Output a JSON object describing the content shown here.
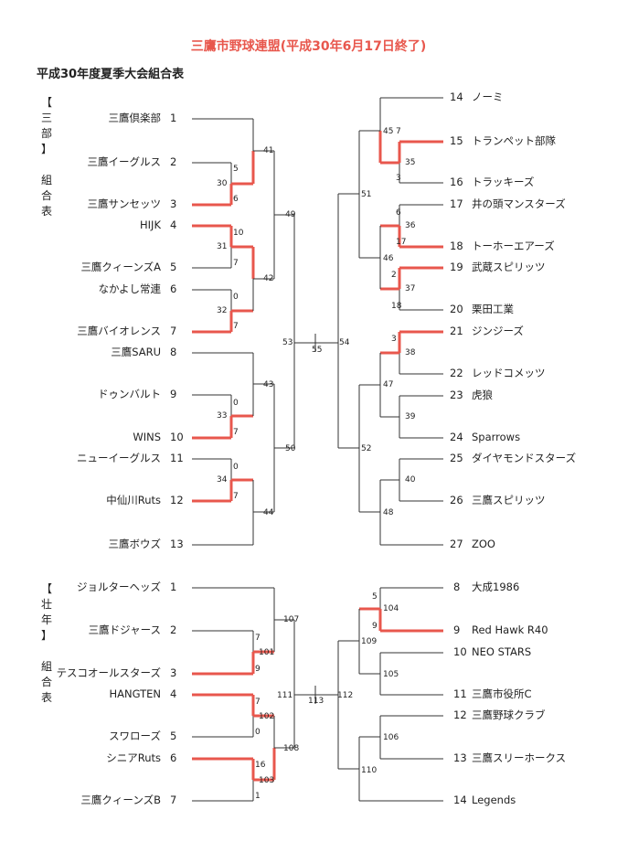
{
  "title": "三鷹市野球連盟(平成30年6月17日終了)",
  "subtitle": "平成30年度夏季大会組合表",
  "division_a": {
    "label": [
      "【",
      "三",
      "部",
      "】",
      "",
      "組",
      "合",
      "表"
    ],
    "left_teams": [
      {
        "seed": "1",
        "name": "三鷹倶楽部"
      },
      {
        "seed": "2",
        "name": "三鷹イーグルス"
      },
      {
        "seed": "3",
        "name": "三鷹サンセッツ"
      },
      {
        "seed": "4",
        "name": "HIJK"
      },
      {
        "seed": "5",
        "name": "三鷹クィーンズA"
      },
      {
        "seed": "6",
        "name": "なかよし常連"
      },
      {
        "seed": "7",
        "name": "三鷹バイオレンス"
      },
      {
        "seed": "8",
        "name": "三鷹SARU"
      },
      {
        "seed": "9",
        "name": "ドゥンバルト"
      },
      {
        "seed": "10",
        "name": "WINS"
      },
      {
        "seed": "11",
        "name": "ニューイーグルス"
      },
      {
        "seed": "12",
        "name": "中仙川Ruts"
      },
      {
        "seed": "13",
        "name": "三鷹ボウズ"
      }
    ],
    "right_teams": [
      {
        "seed": "14",
        "name": "ノーミ"
      },
      {
        "seed": "15",
        "name": "トランペット部隊"
      },
      {
        "seed": "16",
        "name": "トラッキーズ"
      },
      {
        "seed": "17",
        "name": "井の頭マンスターズ"
      },
      {
        "seed": "18",
        "name": "トーホーエアーズ"
      },
      {
        "seed": "19",
        "name": "武蔵スピリッツ"
      },
      {
        "seed": "20",
        "name": "栗田工業"
      },
      {
        "seed": "21",
        "name": "ジンジーズ"
      },
      {
        "seed": "22",
        "name": "レッドコメッツ"
      },
      {
        "seed": "23",
        "name": "虎狼"
      },
      {
        "seed": "24",
        "name": "Sparrows"
      },
      {
        "seed": "25",
        "name": "ダイヤモンドスターズ"
      },
      {
        "seed": "26",
        "name": "三鷹スピリッツ"
      },
      {
        "seed": "27",
        "name": "ZOO"
      }
    ],
    "matches": [
      "30",
      "31",
      "32",
      "33",
      "34",
      "41",
      "42",
      "43",
      "44",
      "49",
      "50",
      "53",
      "55",
      "54",
      "51",
      "52",
      "45",
      "46",
      "47",
      "48",
      "35",
      "36",
      "37",
      "38",
      "39",
      "40"
    ],
    "scores": [
      "5",
      "6",
      "10",
      "7",
      "0",
      "7",
      "0",
      "7",
      "0",
      "7",
      "7",
      "3",
      "6",
      "17",
      "2",
      "18",
      "3"
    ]
  },
  "division_b": {
    "label": [
      "【",
      "壮",
      "年",
      "】",
      "",
      "組",
      "合",
      "表"
    ],
    "left_teams": [
      {
        "seed": "1",
        "name": "ジョルターヘッズ"
      },
      {
        "seed": "2",
        "name": "三鷹ドジャース"
      },
      {
        "seed": "3",
        "name": "テスコオールスターズ"
      },
      {
        "seed": "4",
        "name": "HANGTEN"
      },
      {
        "seed": "5",
        "name": "スワローズ"
      },
      {
        "seed": "6",
        "name": "シニアRuts"
      },
      {
        "seed": "7",
        "name": "三鷹クィーンズB"
      }
    ],
    "right_teams": [
      {
        "seed": "8",
        "name": "大成1986"
      },
      {
        "seed": "9",
        "name": "Red Hawk R40"
      },
      {
        "seed": "10",
        "name": "NEO STARS"
      },
      {
        "seed": "11",
        "name": "三鷹市役所C"
      },
      {
        "seed": "12",
        "name": "三鷹野球クラブ"
      },
      {
        "seed": "13",
        "name": "三鷹スリーホークス"
      },
      {
        "seed": "14",
        "name": "Legends"
      }
    ],
    "matches": [
      "101",
      "102",
      "103",
      "107",
      "108",
      "111",
      "113",
      "112",
      "104",
      "109",
      "105",
      "106",
      "110"
    ],
    "scores": [
      "7",
      "9",
      "7",
      "0",
      "16",
      "1",
      "5",
      "9"
    ]
  },
  "colors": {
    "winner_line": "#e8574d",
    "line": "#333333",
    "title": "#e8574d"
  }
}
